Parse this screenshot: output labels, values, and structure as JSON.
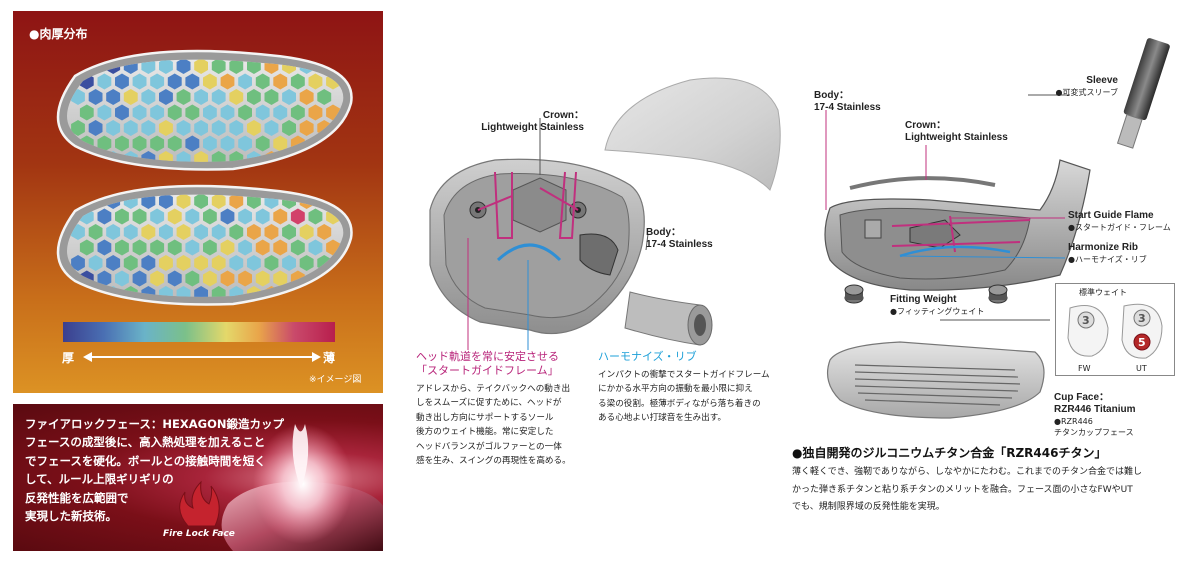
{
  "thickness": {
    "title": "●肉厚分布",
    "thick_label": "厚",
    "thin_label": "薄",
    "note": "※イメージ図",
    "colors": [
      "#3b4fa0",
      "#4c7fc4",
      "#7fc6dc",
      "#6fbf7f",
      "#e4d060",
      "#eaa548",
      "#d2416a"
    ]
  },
  "firelock": {
    "lines": [
      "ファイアロックフェース：HEXAGON鍛造カップ",
      "フェースの成型後に、高入熱処理を加えること",
      "でフェースを硬化。ボールとの接触時間を短く",
      "して、ルール上限ギリギリの",
      "反発性能を広範囲で",
      "実現した新技術。"
    ],
    "logo_text": "Fire Lock Face"
  },
  "fw": {
    "crown_label": [
      "Crown：",
      "Lightweight Stainless"
    ],
    "body_label": [
      "Body：",
      "17-4 Stainless"
    ],
    "start_guide": {
      "title": [
        "ヘッド軌道を常に安定させる",
        "「スタートガイドフレーム」"
      ],
      "body": [
        "アドレスから、テイクバックへの動き出",
        "しをスムーズに促すために、ヘッドが",
        "動き出し方向にサポートするソール",
        "後方のウェイト機能。常に安定した",
        "ヘッドバランスがゴルファーとの一体",
        "感を生み、スイングの再現性を高める。"
      ]
    },
    "harmonize": {
      "title": "ハーモナイズ・リブ",
      "body": [
        "インパクトの衝撃でスタートガイドフレーム",
        "にかかる水平方向の振動を最小限に抑え",
        "る梁の役割。極薄ボディながら落ち着きの",
        "ある心地よい打球音を生み出す。"
      ]
    }
  },
  "ut": {
    "body_label": [
      "Body：",
      "17-4 Stainless"
    ],
    "crown_label": [
      "Crown：",
      "Lightweight Stainless"
    ],
    "sleeve_label": "Sleeve",
    "sleeve_jp": "●可変式スリーブ",
    "start_guide_label": "Start Guide Flame",
    "start_guide_jp": "●スタートガイド・フレーム",
    "harmonize_label": "Harmonize Rib",
    "harmonize_jp": "●ハーモナイズ・リブ",
    "fitting_label": "Fitting Weight",
    "fitting_jp": "●フィッティングウェイト",
    "std_weight_label": "標準ウェイト",
    "fw_weight": "3",
    "ut_weight_top": "3",
    "ut_weight_bottom": "5",
    "fw_label": "FW",
    "ut_label": "UT",
    "cup_face_label": [
      "Cup Face：",
      "RZR446 Titanium"
    ],
    "cup_face_jp": [
      "●RZR446",
      "チタンカップフェース"
    ]
  },
  "rzr": {
    "title": "●独自開発のジルコニウムチタン合金「RZR446チタン」",
    "lines": [
      "薄く軽くでき、強靭でありながら、しなやかにたわむ。これまでのチタン合金では難し",
      "かった弾き系チタンと粘り系チタンのメリットを融合。フェース面の小さなFWやUT",
      "でも、規制限界域の反発性能を実現。"
    ]
  }
}
